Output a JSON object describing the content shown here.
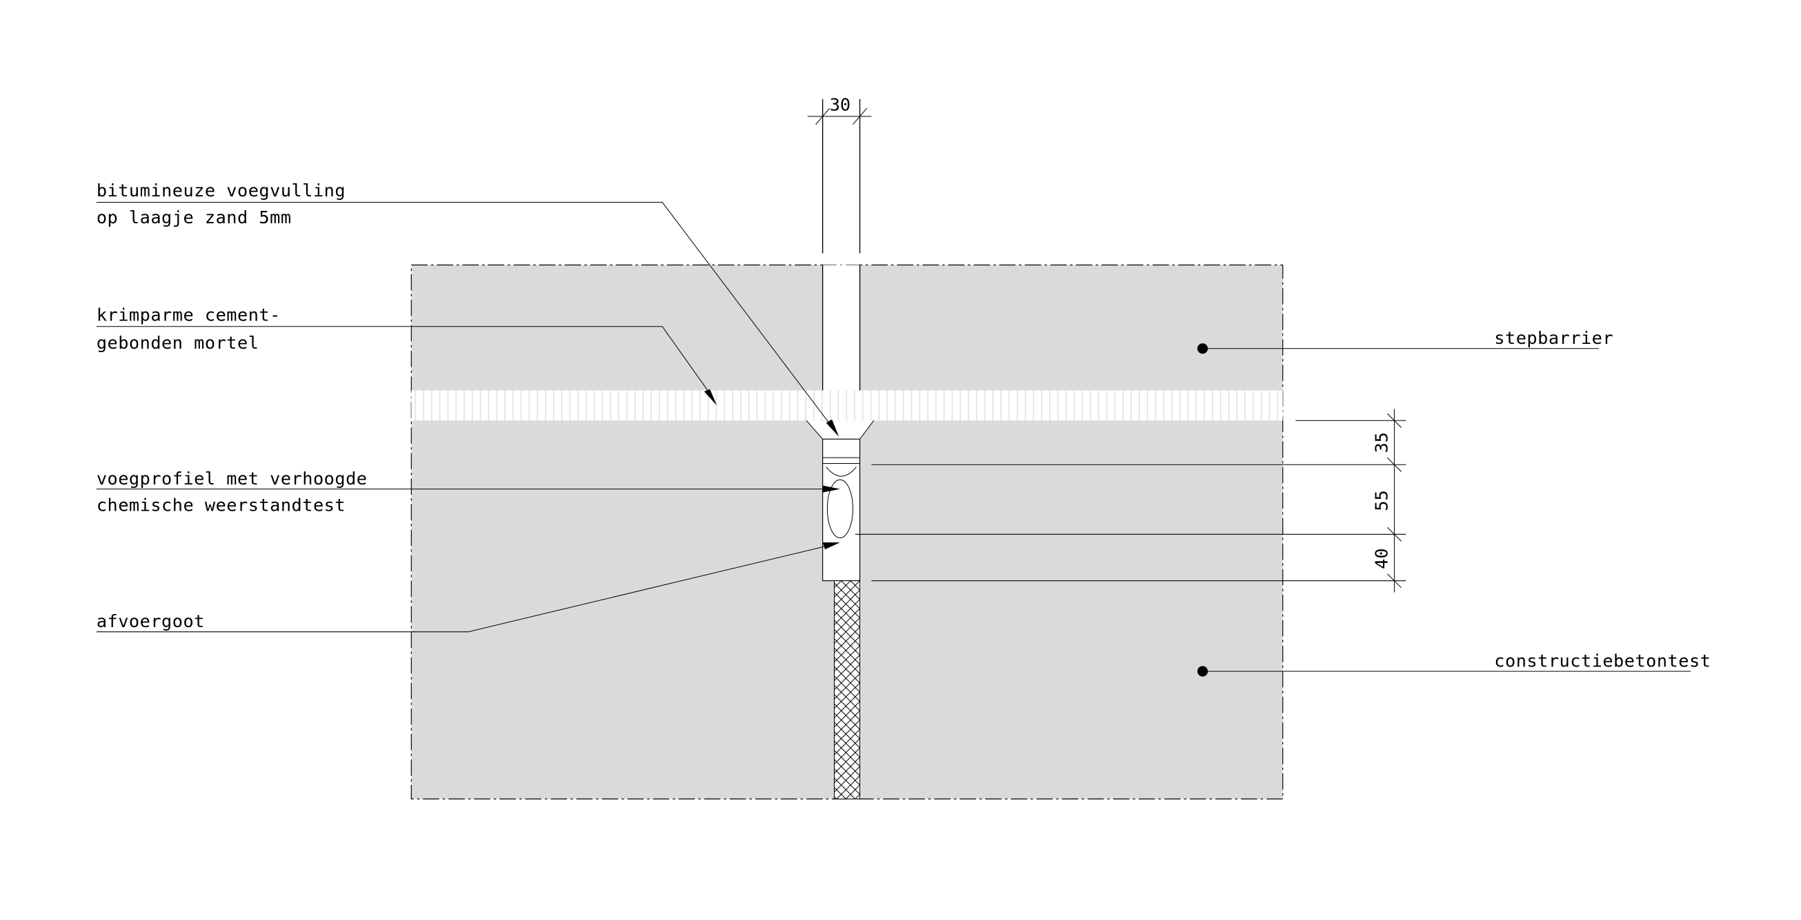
{
  "drawing": {
    "colors": {
      "concrete": "#dadada",
      "line": "#000000",
      "background": "#ffffff"
    },
    "labels": {
      "bitumen_line1": "bitumineuze voegvulling",
      "bitumen_line2": "op laagje zand 5mm",
      "mortar_line1": "krimparme cement-",
      "mortar_line2": "gebonden mortel",
      "profile_line1": "voegprofiel met verhoogde",
      "profile_line2": "chemische weerstandtest",
      "gutter": "afvoergoot",
      "stepbarrier": "stepbarrier",
      "structural_concrete": "constructiebetontest"
    },
    "dimensions": {
      "joint_width": "30",
      "dim_top": "35",
      "dim_middle": "55",
      "dim_bottom": "40"
    }
  }
}
